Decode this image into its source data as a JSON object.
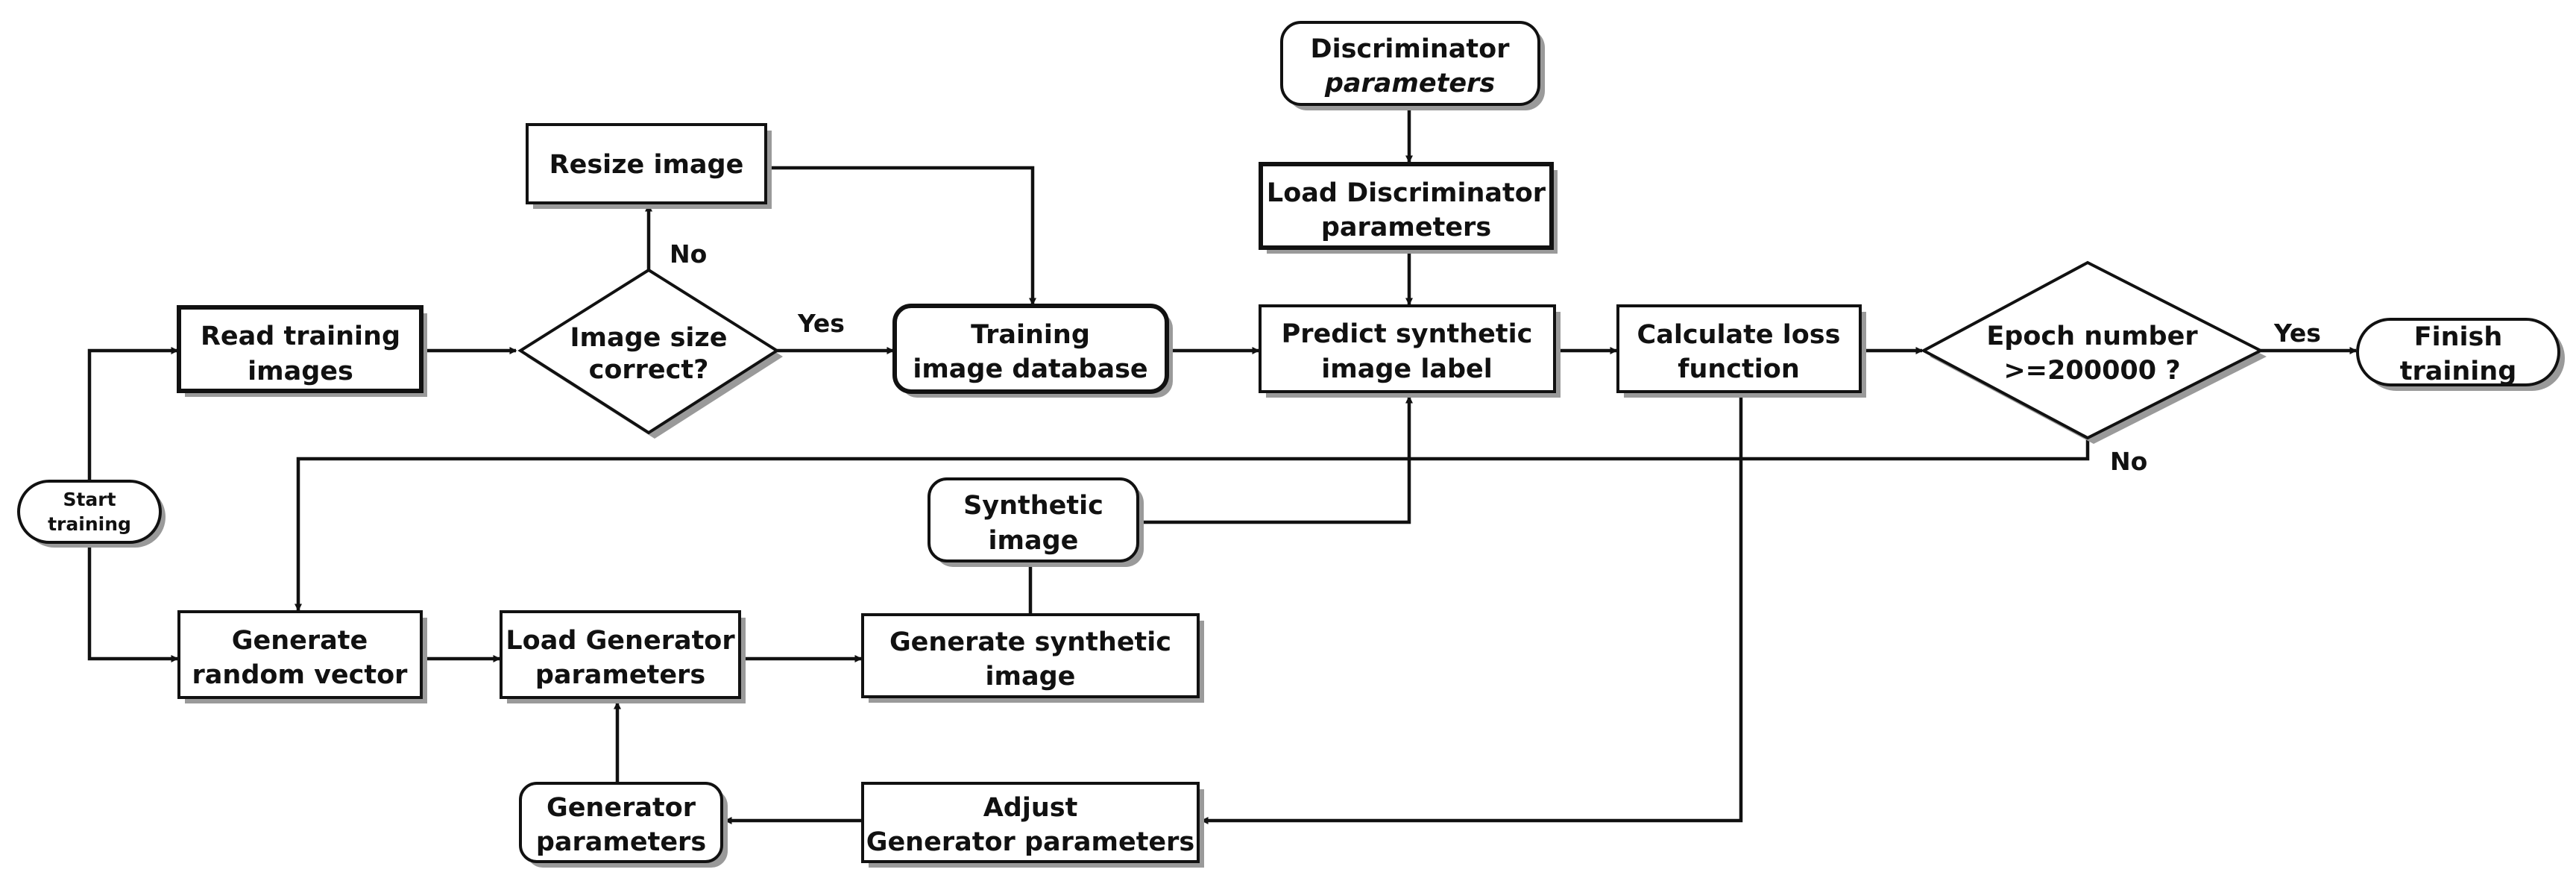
{
  "colors": {
    "ink": "#111111",
    "shadow": "#9a9a9a",
    "background": "#ffffff"
  },
  "nodes": {
    "start_training": [
      "Start",
      "training"
    ],
    "read_training_images": [
      "Read training",
      "images"
    ],
    "image_size_correct": [
      "Image size",
      "correct?"
    ],
    "resize_image": [
      "Resize image"
    ],
    "training_image_database": [
      "Training",
      "image database"
    ],
    "discriminator_parameters": [
      "Discriminator",
      "parameters"
    ],
    "load_discriminator_parameters": [
      "Load Discriminator",
      "parameters"
    ],
    "predict_synthetic_image_label": [
      "Predict synthetic",
      "image label"
    ],
    "calculate_loss_function": [
      "Calculate loss",
      "function"
    ],
    "epoch_number_check": [
      "Epoch number",
      ">=200000 ?"
    ],
    "finish_training": [
      "Finish",
      "training"
    ],
    "synthetic_image": [
      "Synthetic",
      "image"
    ],
    "generate_random_vector": [
      "Generate",
      "random vector"
    ],
    "load_generator_parameters": [
      "Load Generator",
      "parameters"
    ],
    "generate_synthetic_image": [
      "Generate synthetic",
      "image"
    ],
    "generator_parameters": [
      "Generator",
      "parameters"
    ],
    "adjust_generator_parameters": [
      "Adjust",
      "Generator parameters"
    ]
  },
  "edge_labels": {
    "size_check_no": "No",
    "size_check_yes": "Yes",
    "epoch_check_yes": "Yes",
    "epoch_check_no": "No"
  }
}
